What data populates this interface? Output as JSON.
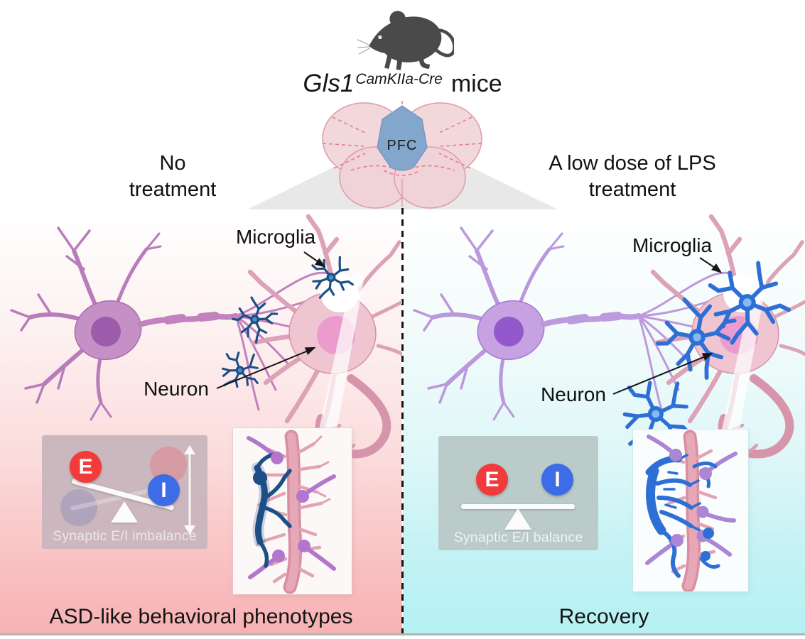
{
  "header": {
    "mouse_line": {
      "gene": "Gls1",
      "superscript": "CamKIIa-Cre",
      "suffix": "mice"
    },
    "brain_label": "PFC",
    "left_condition_line1": "No",
    "left_condition_line2": "treatment",
    "right_condition_line1": "A low dose of LPS",
    "right_condition_line2": "treatment"
  },
  "left_panel": {
    "microglia_label": "Microglia",
    "neuron_label": "Neuron",
    "balance": {
      "e": "E",
      "i": "I",
      "caption": "Synaptic E/I imbalance"
    },
    "outcome": "ASD-like behavioral phenotypes"
  },
  "right_panel": {
    "microglia_label": "Microglia",
    "neuron_label": "Neuron",
    "balance": {
      "e": "E",
      "i": "I",
      "caption": "Synaptic E/I balance"
    },
    "outcome": "Recovery"
  },
  "icons": {
    "mouse": "mouse-silhouette-icon",
    "updown_arrow": "up-down-arrow-icon",
    "pointer_arrow": "annotation-arrow-icon"
  },
  "colors": {
    "e_red": "#f23b3b",
    "i_blue": "#3c6ce6",
    "pfc_blue": "#83a7cc",
    "brain_pink": "#f2d8db",
    "panel_pink_bottom": "#f7b2b3",
    "panel_cyan_bottom": "#b5f1f3",
    "microglia_dark": "#1d4f86",
    "microglia_bright": "#2e6fd6",
    "mouse_gray": "#4a4a4a"
  }
}
